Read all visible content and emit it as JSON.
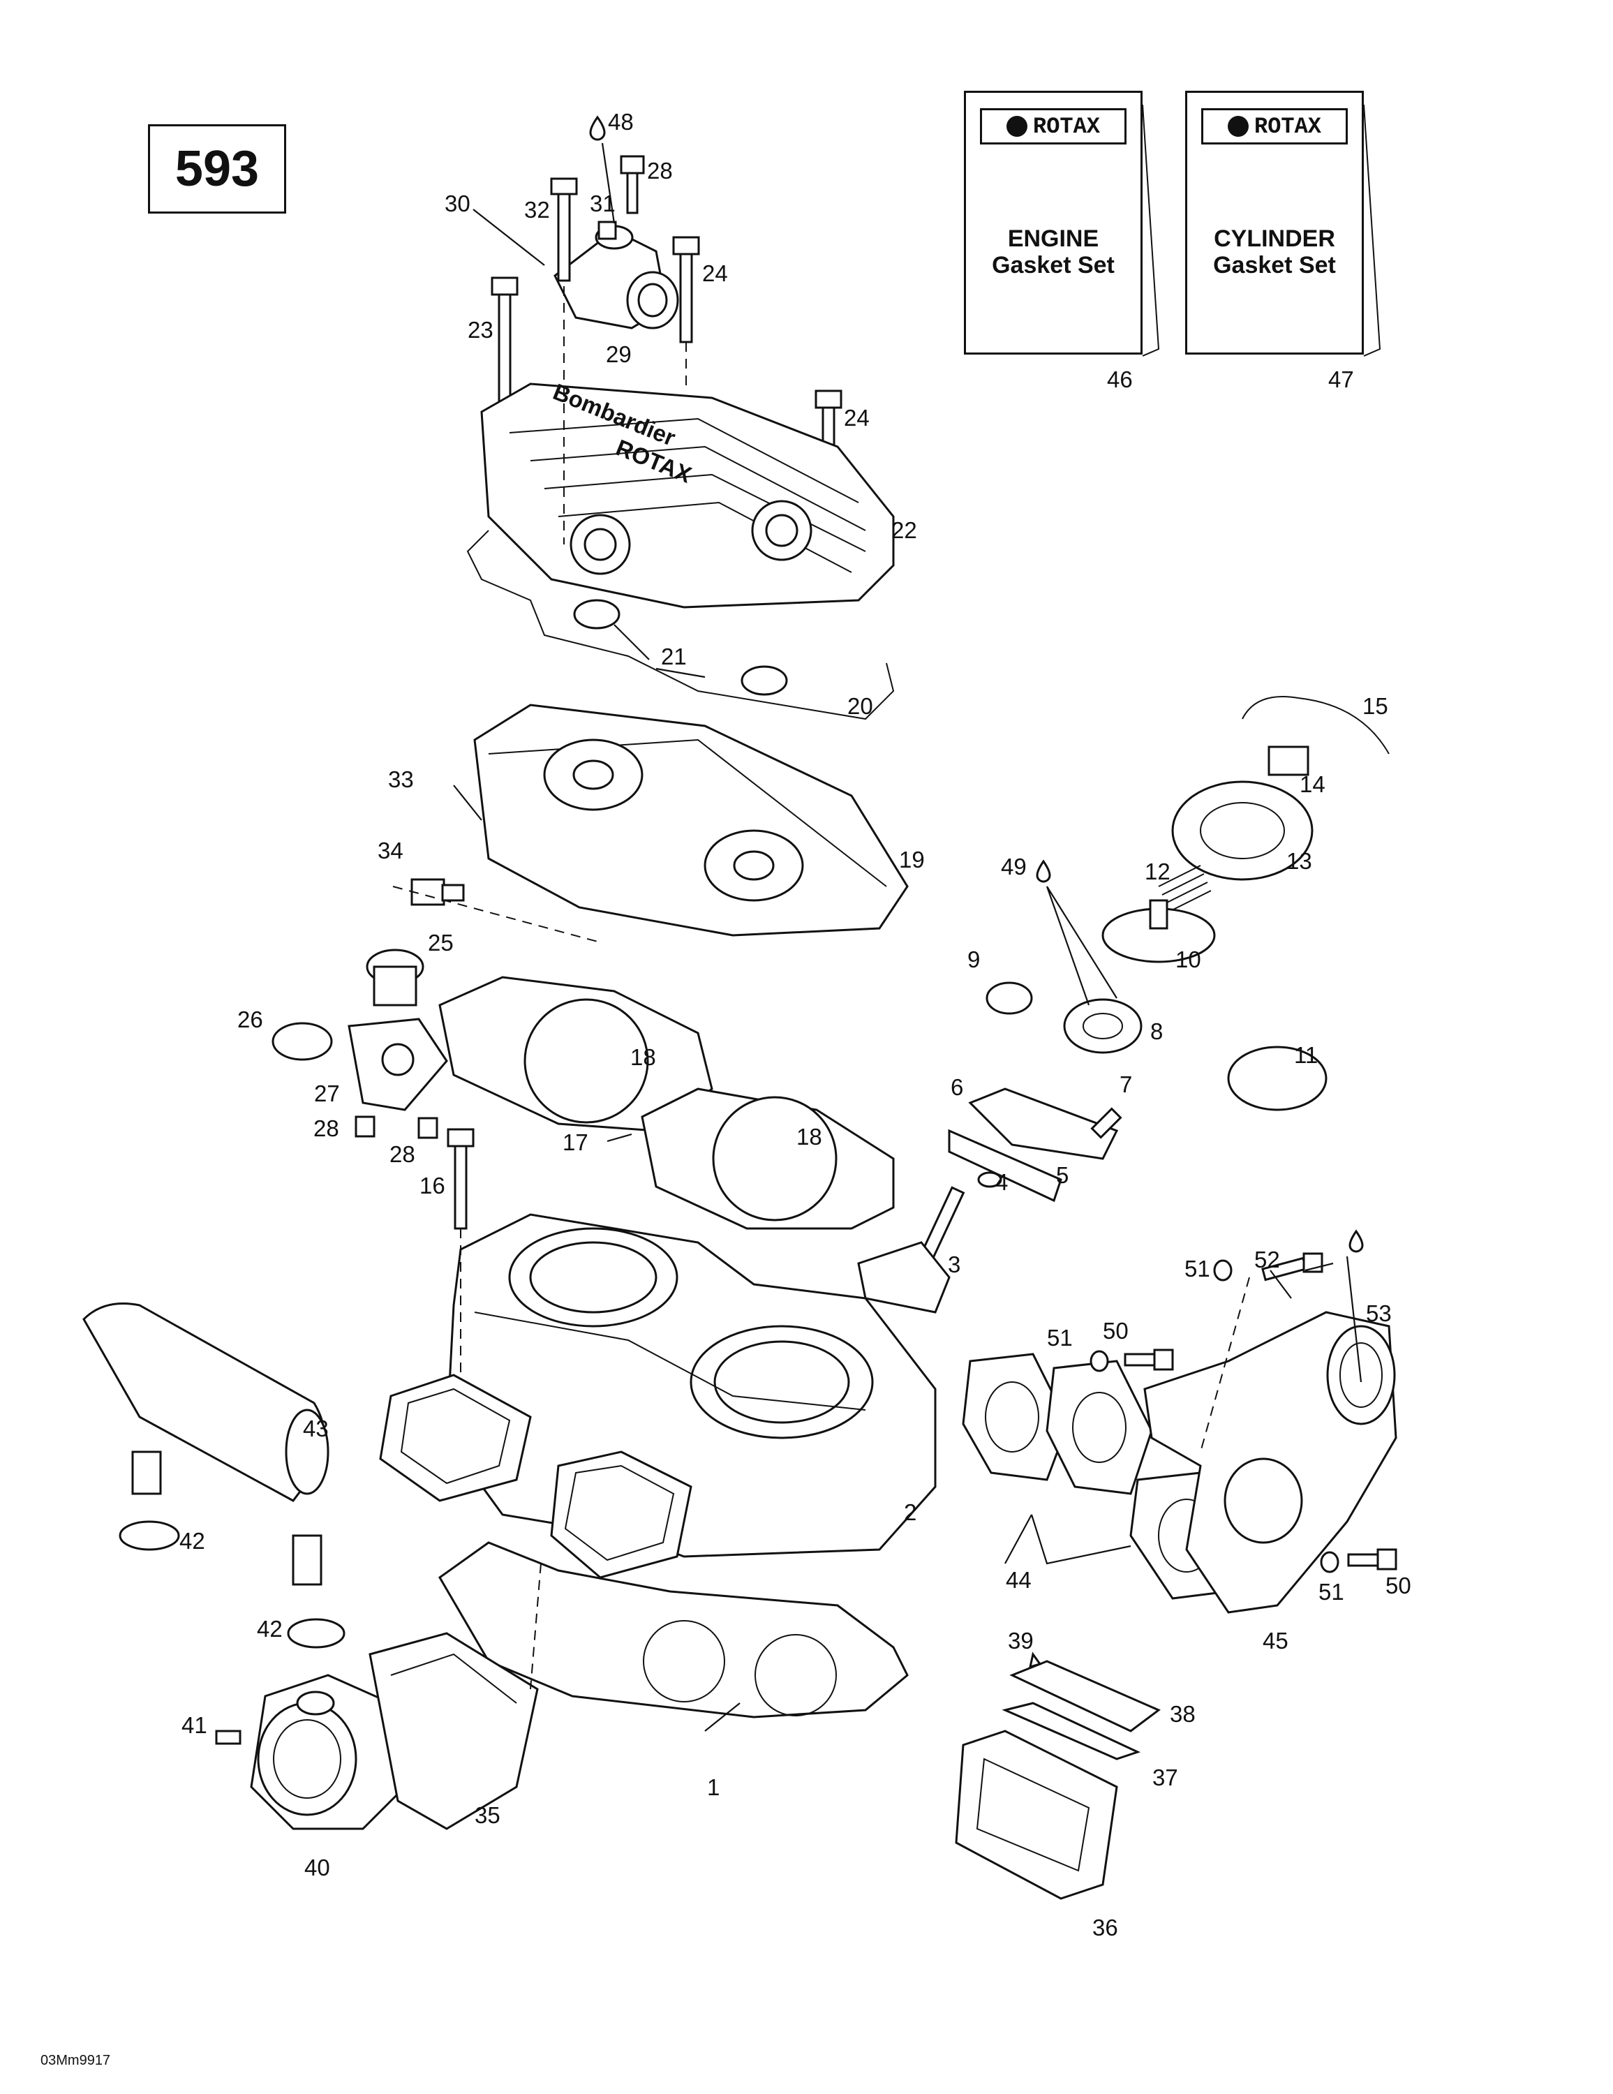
{
  "diagram_number": "593",
  "page_code": "03Mm9917",
  "manuals": [
    {
      "brand": "ROTAX",
      "line1": "ENGINE",
      "line2": "Gasket Set",
      "callout": "46"
    },
    {
      "brand": "ROTAX",
      "line1": "CYLINDER",
      "line2": "Gasket Set",
      "callout": "47"
    }
  ],
  "embossed_text": [
    "Bombardier",
    "ROTAX"
  ],
  "callouts": {
    "c1": "1",
    "c2": "2",
    "c3": "3",
    "c4": "4",
    "c5": "5",
    "c6": "6",
    "c7": "7",
    "c8": "8",
    "c9": "9",
    "c10": "10",
    "c11": "11",
    "c12": "12",
    "c13": "13",
    "c14": "14",
    "c15": "15",
    "c16": "16",
    "c17": "17",
    "c18a": "18",
    "c18b": "18",
    "c19": "19",
    "c20": "20",
    "c21": "21",
    "c22": "22",
    "c23": "23",
    "c24a": "24",
    "c24b": "24",
    "c25": "25",
    "c26": "26",
    "c27": "27",
    "c28a": "28",
    "c28b": "28",
    "c28c": "28",
    "c29": "29",
    "c30": "30",
    "c31": "31",
    "c32": "32",
    "c33": "33",
    "c34": "34",
    "c35": "35",
    "c36": "36",
    "c37": "37",
    "c38": "38",
    "c39": "39",
    "c40": "40",
    "c41": "41",
    "c42a": "42",
    "c42b": "42",
    "c43": "43",
    "c44": "44",
    "c45": "45",
    "c48": "48",
    "c49": "49",
    "c50a": "50",
    "c50b": "50",
    "c51a": "51",
    "c51b": "51",
    "c51c": "51",
    "c52": "52",
    "c53": "53"
  },
  "icons": {
    "drop": "liquid-drop-icon",
    "logo": "rotax-logo-icon"
  }
}
